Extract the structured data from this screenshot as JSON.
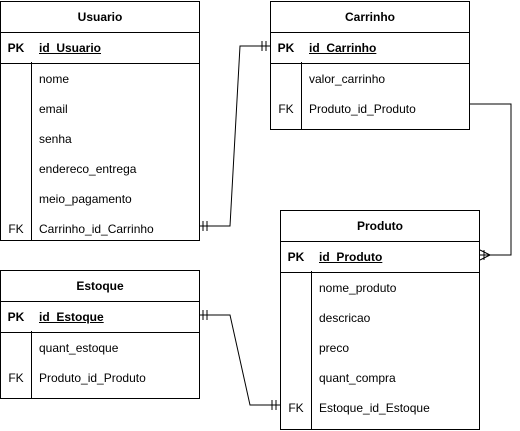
{
  "entities": {
    "usuario": {
      "title": "Usuario",
      "pk": {
        "key": "PK",
        "name": "id_Usuario"
      },
      "rows": [
        {
          "key": "",
          "name": "nome"
        },
        {
          "key": "",
          "name": "email"
        },
        {
          "key": "",
          "name": "senha"
        },
        {
          "key": "",
          "name": "endereco_entrega"
        },
        {
          "key": "",
          "name": "meio_pagamento"
        },
        {
          "key": "FK",
          "name": "Carrinho_id_Carrinho"
        }
      ]
    },
    "carrinho": {
      "title": "Carrinho",
      "pk": {
        "key": "PK",
        "name": "id_Carrinho"
      },
      "rows": [
        {
          "key": "",
          "name": "valor_carrinho"
        },
        {
          "key": "FK",
          "name": "Produto_id_Produto"
        }
      ]
    },
    "estoque": {
      "title": "Estoque",
      "pk": {
        "key": "PK",
        "name": "id_Estoque"
      },
      "rows": [
        {
          "key": "",
          "name": "quant_estoque"
        },
        {
          "key": "FK",
          "name": "Produto_id_Produto"
        }
      ]
    },
    "produto": {
      "title": "Produto",
      "pk": {
        "key": "PK",
        "name": "id_Produto"
      },
      "rows": [
        {
          "key": "",
          "name": "nome_produto"
        },
        {
          "key": "",
          "name": "descricao"
        },
        {
          "key": "",
          "name": "preco"
        },
        {
          "key": "",
          "name": "quant_compra"
        },
        {
          "key": "FK",
          "name": "Estoque_id_Estoque"
        }
      ]
    }
  },
  "relationships": [
    {
      "from": "usuario.Carrinho_id_Carrinho",
      "to": "carrinho.id_Carrinho",
      "from_end": "one-mandatory",
      "to_end": "one-mandatory"
    },
    {
      "from": "carrinho.Produto_id_Produto",
      "to": "produto.id_Produto",
      "from_end": "none",
      "to_end": "one-or-many"
    },
    {
      "from": "estoque.id_Estoque",
      "to": "produto.Estoque_id_Estoque",
      "from_end": "one-mandatory",
      "to_end": "one-mandatory"
    }
  ]
}
